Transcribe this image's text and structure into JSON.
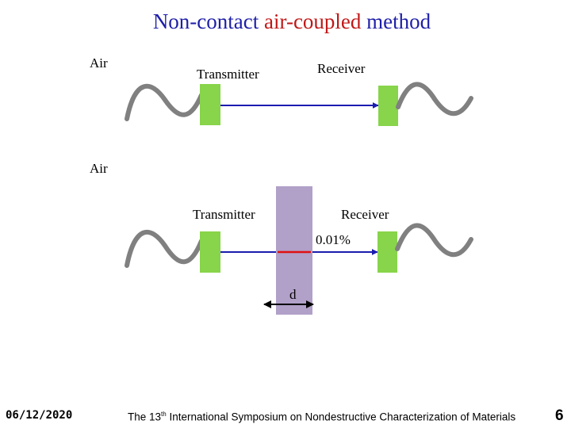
{
  "title": {
    "part1": "Non-contact",
    "part2": "air-coupled",
    "part3": "method"
  },
  "top_setup": {
    "medium_label": "Air",
    "transmitter_label": "Transmitter",
    "receiver_label": "Receiver"
  },
  "bottom_setup": {
    "medium_label": "Air",
    "transmitter_label": "Transmitter",
    "receiver_label": "Receiver",
    "transmission_label": "0.01%",
    "thickness_label": "d"
  },
  "colors": {
    "transducer": "#88d44a",
    "sample": "#b1a0c8",
    "beam": "#1c1cb0",
    "attenuated_beam": "#e01010",
    "wave": "#808080"
  },
  "footer": {
    "date": "06/12/2020",
    "text_before": "The 13",
    "text_sup": "th",
    "text_after": " International Symposium on Nondestructive Characterization of Materials",
    "page_number": "6"
  }
}
